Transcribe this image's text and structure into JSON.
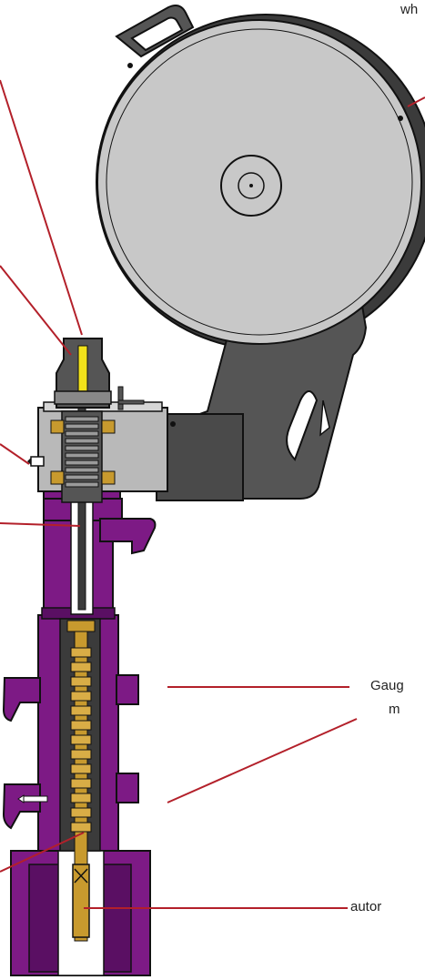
{
  "labels": {
    "top_right": "wh",
    "gauge_line1": "Gaug",
    "gauge_line2": "m",
    "bottom_right": "autor"
  },
  "colors": {
    "purple_body": "#7d1a85",
    "dark_purple": "#5a0f63",
    "charcoal_arm": "#555555",
    "dark_grey": "#3b3b3b",
    "disc_grey": "#c8c8c8",
    "gold_part": "#c89a2e",
    "yellow_part": "#f2e21a",
    "leader_red": "#b3202a",
    "outline": "#111111"
  }
}
